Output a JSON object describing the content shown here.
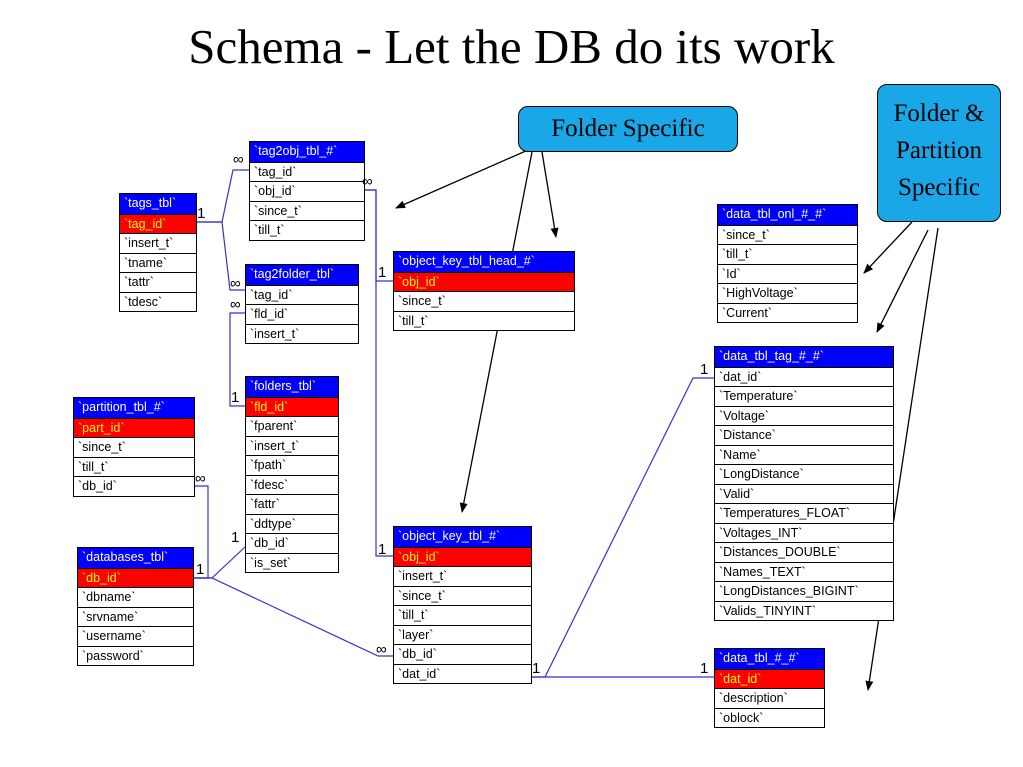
{
  "title": "Schema - Let the DB do its work",
  "callouts": {
    "folder_specific": "Folder Specific",
    "folder_partition_specific": [
      "Folder &",
      "Partition",
      "Specific"
    ]
  },
  "cardinality": {
    "one": "1",
    "many": "∞"
  },
  "colors": {
    "header": "#0000ff",
    "key_row": "#ff0000",
    "key_text": "#ffff00",
    "callout": "#1aa7e8",
    "relation_line": "#3333cc"
  },
  "tables": {
    "tags_tbl": {
      "name": "`tags_tbl`",
      "key": "`tag_id`",
      "fields": [
        "`insert_t`",
        "`tname`",
        "`tattr`",
        "`tdesc`"
      ]
    },
    "tag2obj_tbl": {
      "name": "`tag2obj_tbl_#`",
      "fields": [
        "`tag_id`",
        "`obj_id`",
        "`since_t`",
        "`till_t`"
      ]
    },
    "tag2folder_tbl": {
      "name": "`tag2folder_tbl`",
      "fields": [
        "`tag_id`",
        "`fld_id`",
        "`insert_t`"
      ]
    },
    "folders_tbl": {
      "name": "`folders_tbl`",
      "key": "`fld_id`",
      "fields": [
        "`fparent`",
        "`insert_t`",
        "`fpath`",
        "`fdesc`",
        "`fattr`",
        "`ddtype`",
        "`db_id`",
        "`is_set`"
      ]
    },
    "partition_tbl": {
      "name": "`partition_tbl_#`",
      "key": "`part_id`",
      "fields": [
        "`since_t`",
        "`till_t`",
        "`db_id`"
      ]
    },
    "databases_tbl": {
      "name": "`databases_tbl`",
      "key": "`db_id`",
      "fields": [
        "`dbname`",
        "`srvname`",
        "`username`",
        "`password`"
      ]
    },
    "object_key_tbl_head": {
      "name": "`object_key_tbl_head_#`",
      "key": "`obj_id`",
      "fields": [
        "`since_t`",
        "`till_t`"
      ]
    },
    "object_key_tbl": {
      "name": "`object_key_tbl_#`",
      "key": "`obj_id`",
      "fields": [
        "`insert_t`",
        "`since_t`",
        "`till_t`",
        "`layer`",
        "`db_id`",
        "`dat_id`"
      ]
    },
    "data_tbl_onl": {
      "name": "`data_tbl_onl_#_#`",
      "fields": [
        "`since_t`",
        "`till_t`",
        "`Id`",
        "`HighVoltage`",
        "`Current`"
      ]
    },
    "data_tbl_tag": {
      "name": "`data_tbl_tag_#_#`",
      "fields": [
        "`dat_id`",
        "`Temperature`",
        "`Voltage`",
        "`Distance`",
        "`Name`",
        "`LongDistance`",
        "`Valid`",
        "`Temperatures_FLOAT`",
        "`Voltages_INT`",
        "`Distances_DOUBLE`",
        "`Names_TEXT`",
        "`LongDistances_BIGINT`",
        "`Valids_TINYINT`"
      ]
    },
    "data_tbl": {
      "name": "`data_tbl_#_#`",
      "key": "`dat_id`",
      "fields": [
        "`description`",
        "`oblock`"
      ]
    }
  }
}
